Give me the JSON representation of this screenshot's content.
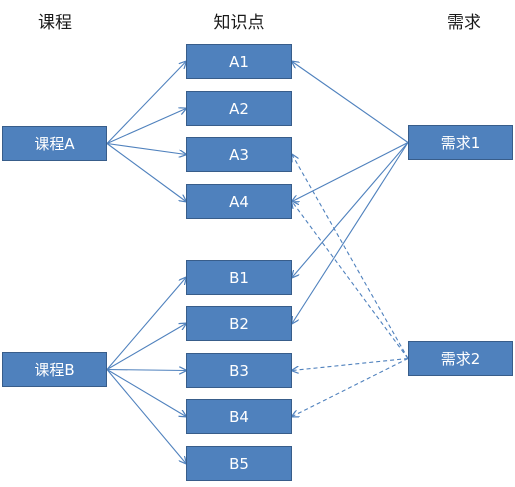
{
  "headers": {
    "course": "课程",
    "knowledge": "知识点",
    "need": "需求"
  },
  "courses": [
    {
      "id": "courseA",
      "label": "课程A"
    },
    {
      "id": "courseB",
      "label": "课程B"
    }
  ],
  "knowledge_points": [
    {
      "id": "A1",
      "label": "A1"
    },
    {
      "id": "A2",
      "label": "A2"
    },
    {
      "id": "A3",
      "label": "A3"
    },
    {
      "id": "A4",
      "label": "A4"
    },
    {
      "id": "B1",
      "label": "B1"
    },
    {
      "id": "B2",
      "label": "B2"
    },
    {
      "id": "B3",
      "label": "B3"
    },
    {
      "id": "B4",
      "label": "B4"
    },
    {
      "id": "B5",
      "label": "B5"
    }
  ],
  "needs": [
    {
      "id": "need1",
      "label": "需求1"
    },
    {
      "id": "need2",
      "label": "需求2"
    }
  ],
  "edges": [
    {
      "from": "courseA",
      "to": "A1",
      "style": "solid"
    },
    {
      "from": "courseA",
      "to": "A2",
      "style": "solid"
    },
    {
      "from": "courseA",
      "to": "A3",
      "style": "solid"
    },
    {
      "from": "courseA",
      "to": "A4",
      "style": "solid"
    },
    {
      "from": "courseB",
      "to": "B1",
      "style": "solid"
    },
    {
      "from": "courseB",
      "to": "B2",
      "style": "solid"
    },
    {
      "from": "courseB",
      "to": "B3",
      "style": "solid"
    },
    {
      "from": "courseB",
      "to": "B4",
      "style": "solid"
    },
    {
      "from": "courseB",
      "to": "B5",
      "style": "solid"
    },
    {
      "from": "need1",
      "to": "A1",
      "style": "solid"
    },
    {
      "from": "need1",
      "to": "A4",
      "style": "solid"
    },
    {
      "from": "need1",
      "to": "B1",
      "style": "solid"
    },
    {
      "from": "need1",
      "to": "B2",
      "style": "solid"
    },
    {
      "from": "need2",
      "to": "A3",
      "style": "dashed"
    },
    {
      "from": "need2",
      "to": "A4",
      "style": "dashed"
    },
    {
      "from": "need2",
      "to": "B3",
      "style": "dashed"
    },
    {
      "from": "need2",
      "to": "B4",
      "style": "dashed"
    }
  ],
  "colors": {
    "box_fill": "#4f81bd",
    "box_border": "#385d8a",
    "box_text": "#ffffff",
    "line": "#4f81bd"
  }
}
